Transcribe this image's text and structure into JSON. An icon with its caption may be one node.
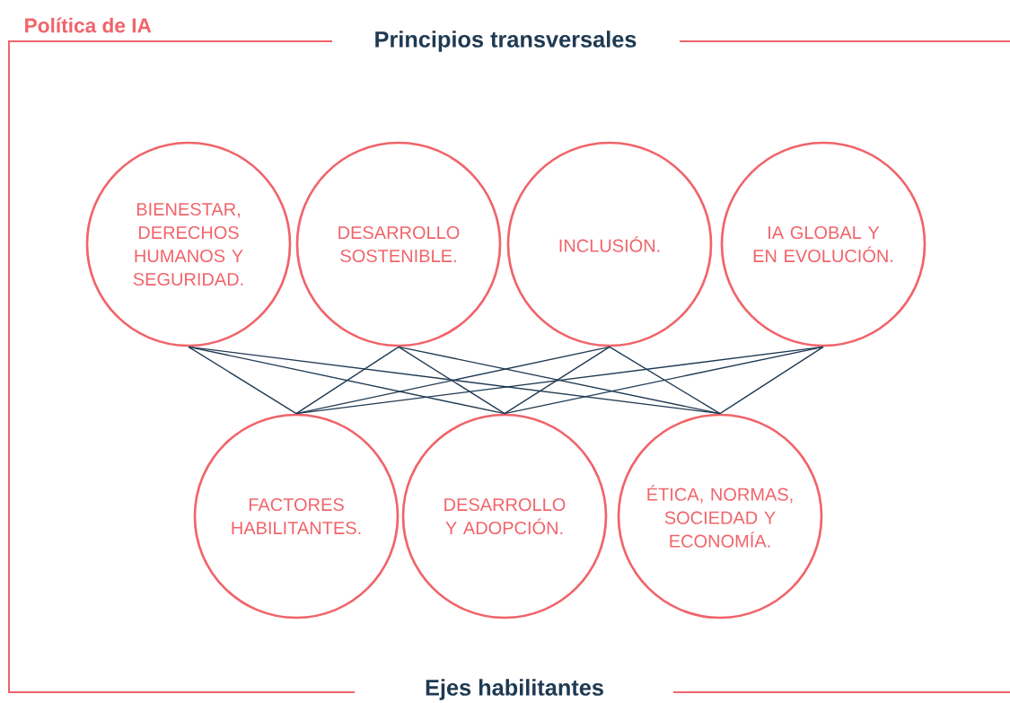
{
  "diagram": {
    "nodes": [
      {
        "text": [
          "BIENESTAR, DERECHOS HUMANOS Y SEGURIDAD."
        ]
      },
      {
        "text": [
          "DESARROLLO SOSTENIBLE."
        ]
      },
      {
        "text": [
          "INCLUSIÓN."
        ]
      },
      {
        "text": [
          "IA GLOBAL Y EN EVOLUCIÓN."
        ]
      },
      {
        "text": [
          "FACTORES HABILITANTES."
        ]
      },
      {
        "text": [
          "DESARROLLO Y ADOPCIÓN."
        ]
      },
      {
        "text": [
          "ÉTICA, NORMAS, SOCIEDAD Y ECONOMÍA."
        ]
      }
    ],
    "edges": [
      {
        "from": 0,
        "to": 4,
        "arrow": "none"
      },
      {
        "from": 0,
        "to": 5,
        "arrow": "none"
      },
      {
        "from": 0,
        "to": 6,
        "arrow": "none"
      },
      {
        "from": 1,
        "to": 4,
        "arrow": "none"
      },
      {
        "from": 1,
        "to": 5,
        "arrow": "none"
      },
      {
        "from": 1,
        "to": 6,
        "arrow": "none"
      },
      {
        "from": 2,
        "to": 4,
        "arrow": "none"
      },
      {
        "from": 2,
        "to": 5,
        "arrow": "none"
      },
      {
        "from": 2,
        "to": 6,
        "arrow": "none"
      },
      {
        "from": 3,
        "to": 4,
        "arrow": "none"
      },
      {
        "from": 3,
        "to": 5,
        "arrow": "none"
      },
      {
        "from": 3,
        "to": 6,
        "arrow": "none"
      }
    ],
    "labels": [
      "Política de IA",
      "Principios transversales",
      "Ejes habilitantes"
    ]
  }
}
